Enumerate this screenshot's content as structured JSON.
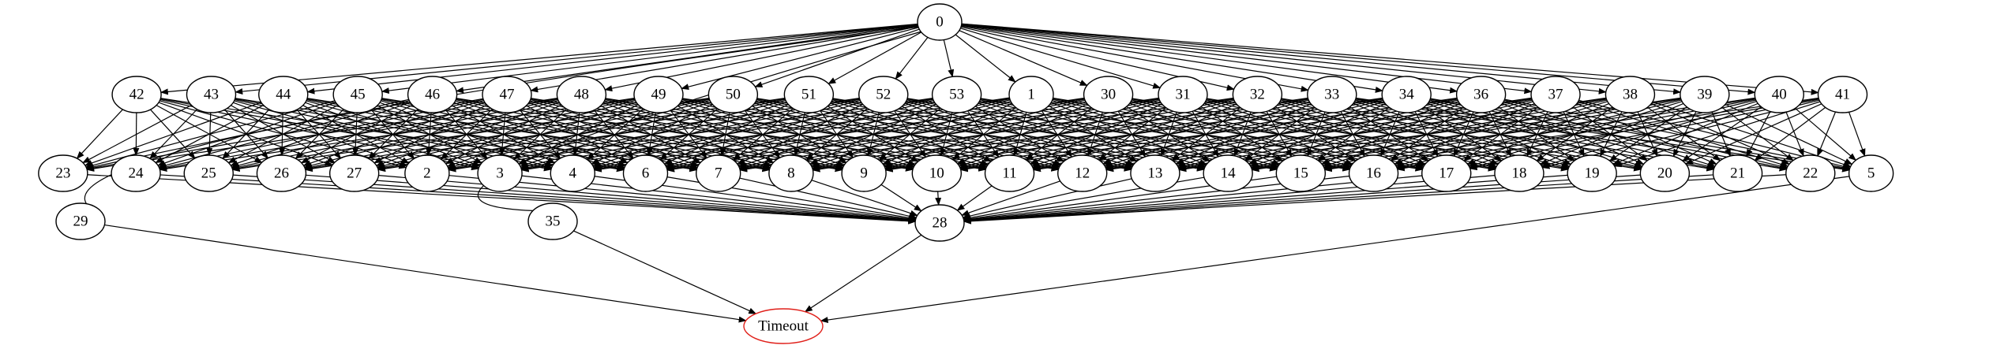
{
  "graph": {
    "type": "directed-graph",
    "colors": {
      "edge": "#000000",
      "node_border": "#000000",
      "timeout_border": "#e0201a",
      "background": "#ffffff"
    },
    "nodes": [
      {
        "id": "0",
        "label": "0"
      },
      {
        "id": "42",
        "label": "42"
      },
      {
        "id": "43",
        "label": "43"
      },
      {
        "id": "44",
        "label": "44"
      },
      {
        "id": "45",
        "label": "45"
      },
      {
        "id": "46",
        "label": "46"
      },
      {
        "id": "47",
        "label": "47"
      },
      {
        "id": "48",
        "label": "48"
      },
      {
        "id": "49",
        "label": "49"
      },
      {
        "id": "50",
        "label": "50"
      },
      {
        "id": "51",
        "label": "51"
      },
      {
        "id": "52",
        "label": "52"
      },
      {
        "id": "53",
        "label": "53"
      },
      {
        "id": "1",
        "label": "1"
      },
      {
        "id": "30",
        "label": "30"
      },
      {
        "id": "31",
        "label": "31"
      },
      {
        "id": "32",
        "label": "32"
      },
      {
        "id": "33",
        "label": "33"
      },
      {
        "id": "34",
        "label": "34"
      },
      {
        "id": "36",
        "label": "36"
      },
      {
        "id": "37",
        "label": "37"
      },
      {
        "id": "38",
        "label": "38"
      },
      {
        "id": "39",
        "label": "39"
      },
      {
        "id": "40",
        "label": "40"
      },
      {
        "id": "41",
        "label": "41"
      },
      {
        "id": "23",
        "label": "23"
      },
      {
        "id": "24",
        "label": "24"
      },
      {
        "id": "25",
        "label": "25"
      },
      {
        "id": "26",
        "label": "26"
      },
      {
        "id": "27",
        "label": "27"
      },
      {
        "id": "2",
        "label": "2"
      },
      {
        "id": "3",
        "label": "3"
      },
      {
        "id": "4",
        "label": "4"
      },
      {
        "id": "6",
        "label": "6"
      },
      {
        "id": "7",
        "label": "7"
      },
      {
        "id": "8",
        "label": "8"
      },
      {
        "id": "9",
        "label": "9"
      },
      {
        "id": "10",
        "label": "10"
      },
      {
        "id": "11",
        "label": "11"
      },
      {
        "id": "12",
        "label": "12"
      },
      {
        "id": "13",
        "label": "13"
      },
      {
        "id": "14",
        "label": "14"
      },
      {
        "id": "15",
        "label": "15"
      },
      {
        "id": "16",
        "label": "16"
      },
      {
        "id": "17",
        "label": "17"
      },
      {
        "id": "18",
        "label": "18"
      },
      {
        "id": "19",
        "label": "19"
      },
      {
        "id": "20",
        "label": "20"
      },
      {
        "id": "21",
        "label": "21"
      },
      {
        "id": "22",
        "label": "22"
      },
      {
        "id": "5",
        "label": "5"
      },
      {
        "id": "29",
        "label": "29"
      },
      {
        "id": "35",
        "label": "35"
      },
      {
        "id": "28",
        "label": "28"
      },
      {
        "id": "Timeout",
        "label": "Timeout",
        "highlight": true
      }
    ],
    "groups": {
      "middle": [
        "42",
        "43",
        "44",
        "45",
        "46",
        "47",
        "48",
        "49",
        "50",
        "51",
        "52",
        "53",
        "1",
        "30",
        "31",
        "32",
        "33",
        "34",
        "36",
        "37",
        "38",
        "39",
        "40",
        "41"
      ],
      "lower": [
        "23",
        "24",
        "25",
        "26",
        "27",
        "2",
        "3",
        "4",
        "6",
        "7",
        "8",
        "9",
        "10",
        "11",
        "12",
        "13",
        "14",
        "15",
        "16",
        "17",
        "18",
        "19",
        "20",
        "21",
        "22",
        "5"
      ]
    },
    "edges_extra": [
      [
        "0",
        "29"
      ],
      [
        "0",
        "35"
      ],
      [
        "29",
        "Timeout"
      ],
      [
        "35",
        "Timeout"
      ],
      [
        "28",
        "Timeout"
      ],
      [
        "5",
        "Timeout"
      ]
    ]
  }
}
